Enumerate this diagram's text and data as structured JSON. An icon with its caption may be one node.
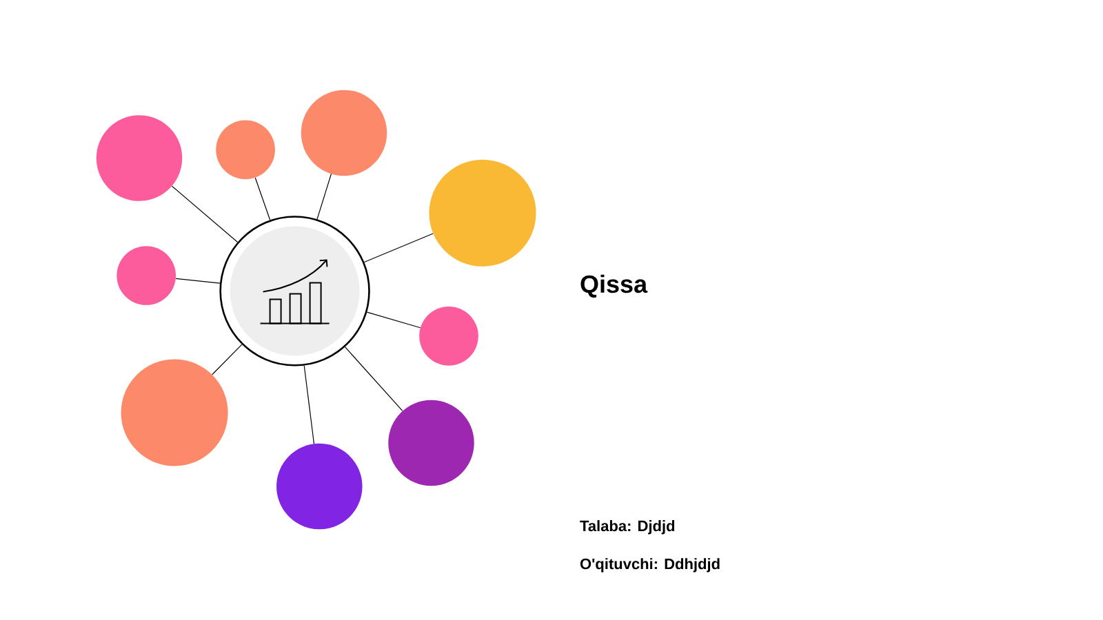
{
  "diagram": {
    "title": "Qissa",
    "nodes": [
      {
        "text": [],
        "shape": "circle"
      },
      {
        "text": [],
        "shape": "circle"
      },
      {
        "text": [],
        "shape": "circle"
      },
      {
        "text": [],
        "shape": "circle"
      },
      {
        "text": [],
        "shape": "circle"
      },
      {
        "text": [],
        "shape": "circle"
      },
      {
        "text": [],
        "shape": "circle"
      },
      {
        "text": [],
        "shape": "circle"
      },
      {
        "text": [],
        "shape": "circle"
      },
      {
        "text": [],
        "shape": "circle"
      }
    ],
    "edges": [
      {
        "from": 0,
        "to": 1,
        "arrow": "none"
      },
      {
        "from": 0,
        "to": 2,
        "arrow": "none"
      },
      {
        "from": 0,
        "to": 3,
        "arrow": "none"
      },
      {
        "from": 0,
        "to": 4,
        "arrow": "none"
      },
      {
        "from": 0,
        "to": 5,
        "arrow": "none"
      },
      {
        "from": 0,
        "to": 6,
        "arrow": "none"
      },
      {
        "from": 0,
        "to": 7,
        "arrow": "none"
      },
      {
        "from": 0,
        "to": 8,
        "arrow": "none"
      },
      {
        "from": 0,
        "to": 9,
        "arrow": "none"
      }
    ],
    "labels": [
      "Talaba: Djdjd",
      "O'qituvchi: Ddhjdjd"
    ]
  }
}
